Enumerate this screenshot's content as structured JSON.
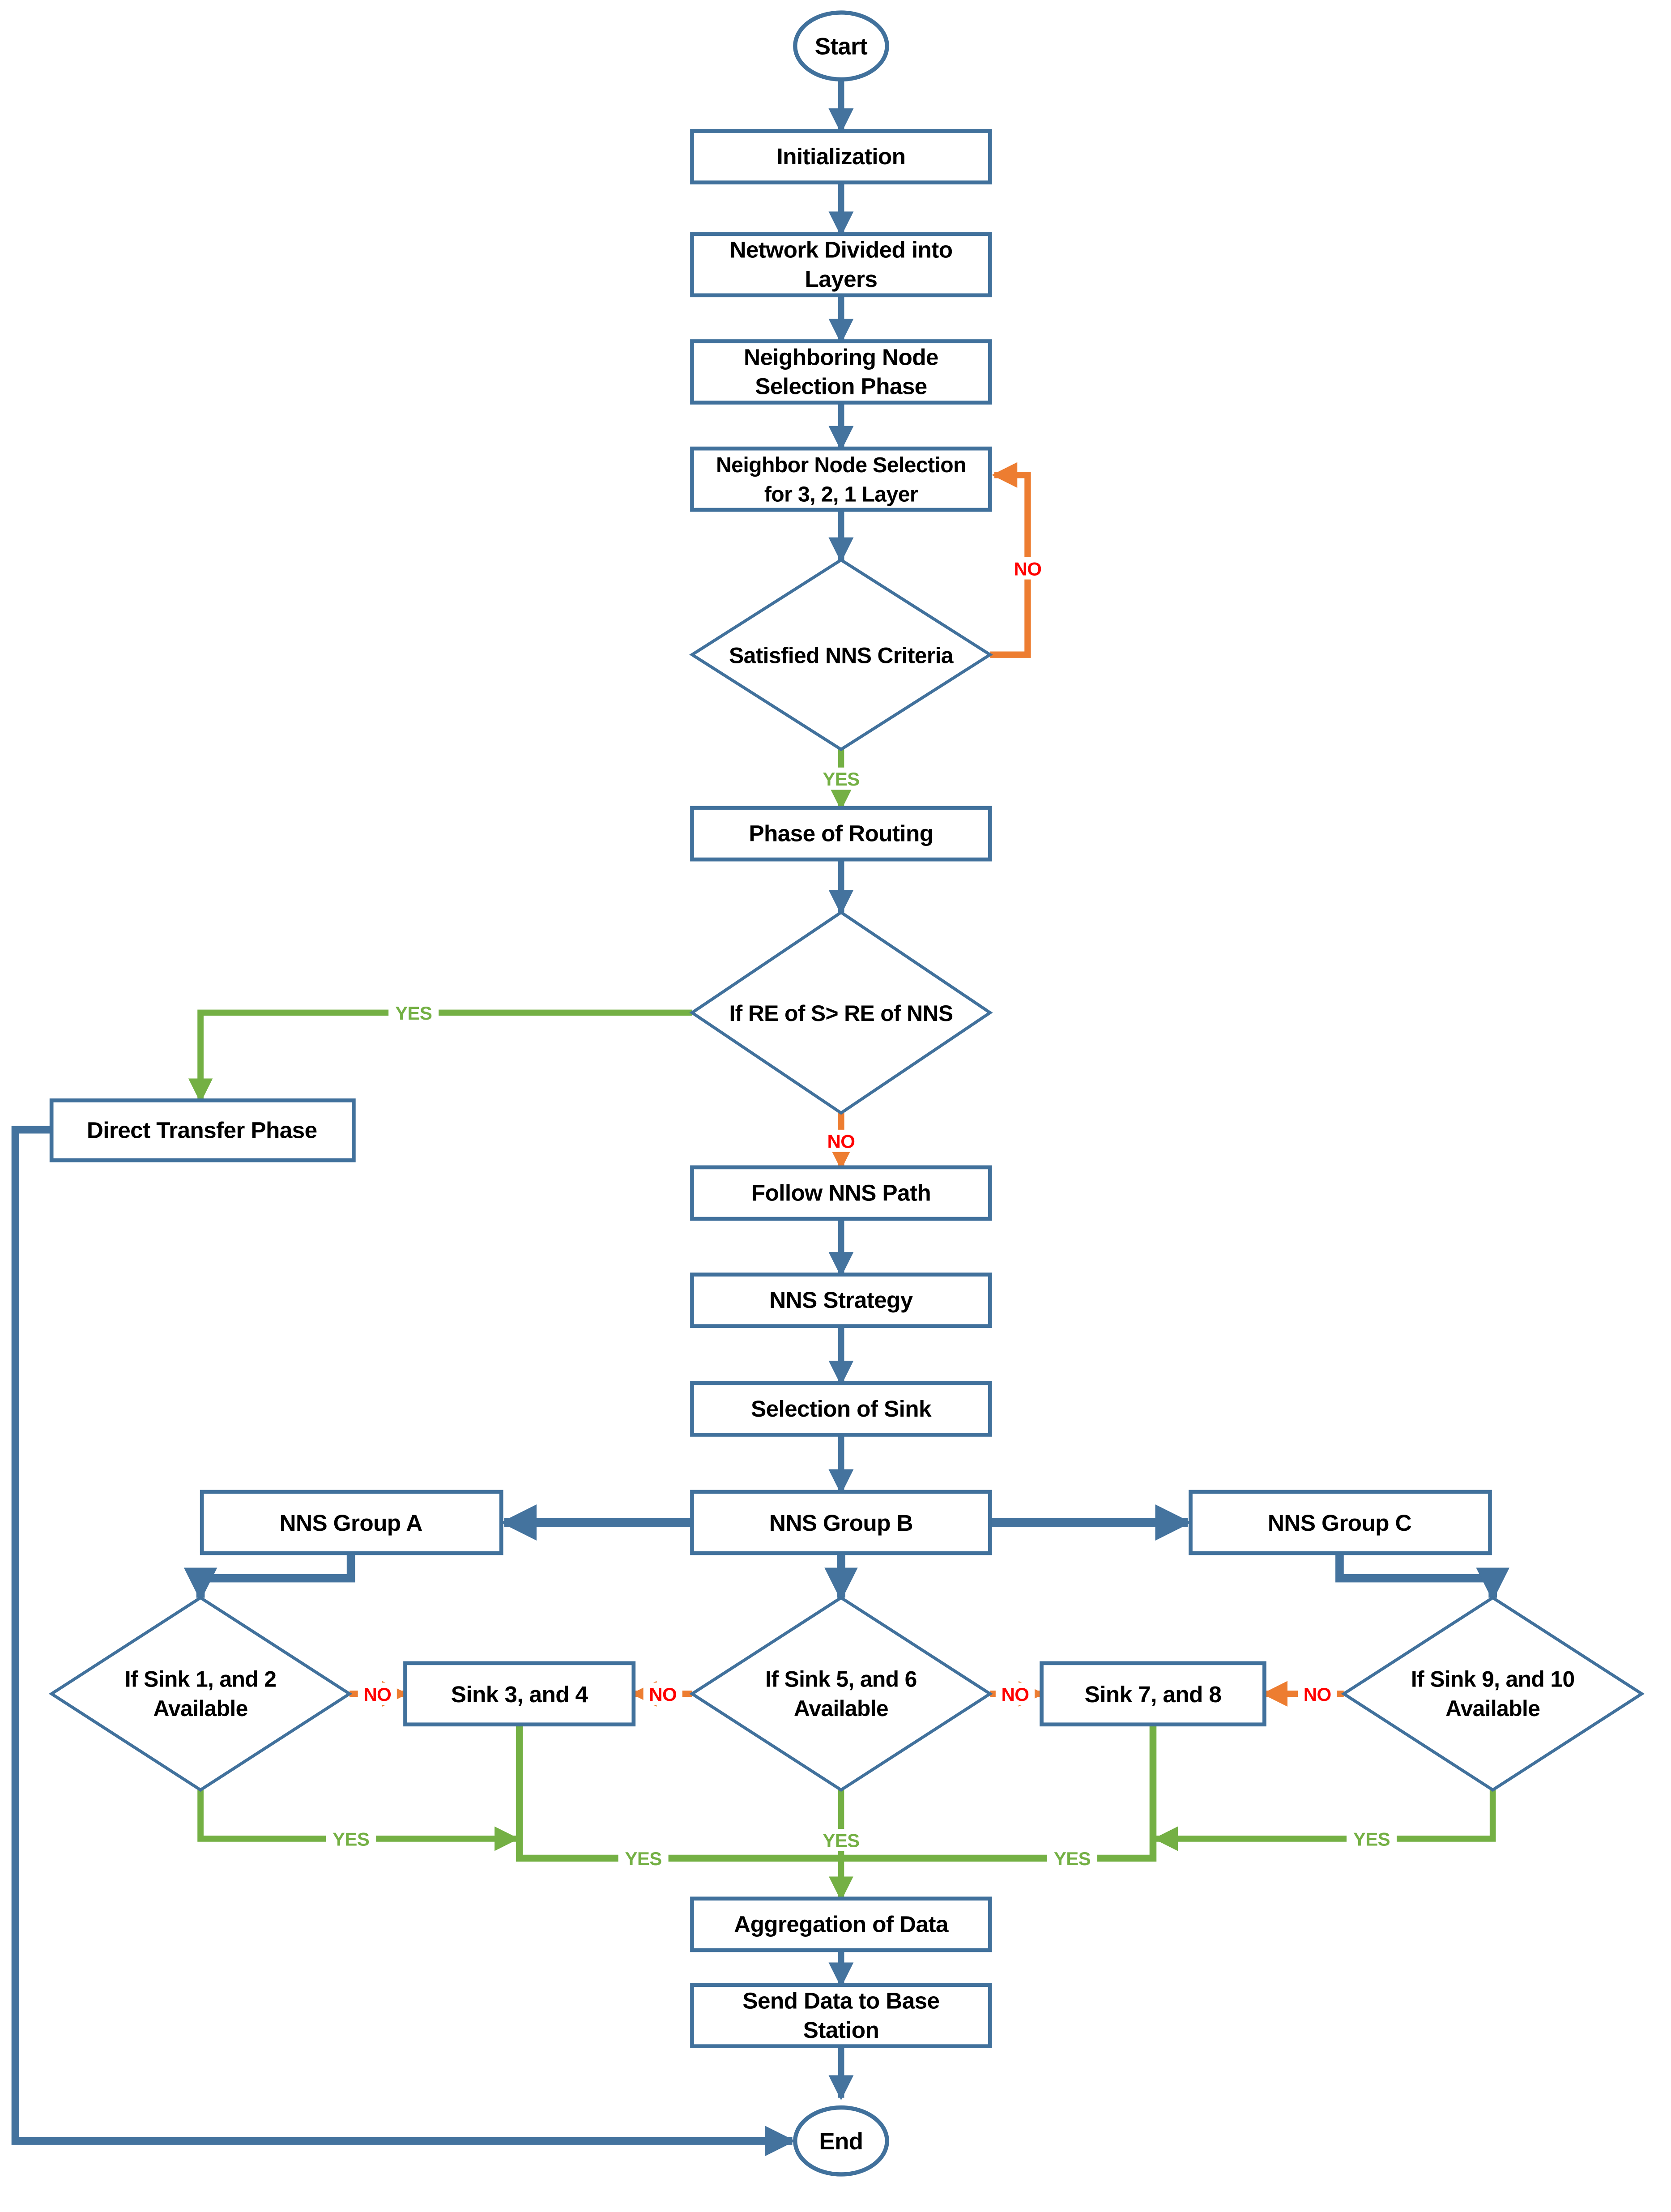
{
  "flowchart": {
    "nodes": {
      "start": {
        "label": "Start"
      },
      "initialization": {
        "label": "Initialization"
      },
      "network_divided": {
        "label": "Network Divided into Layers",
        "line1": "Network Divided into",
        "line2": "Layers"
      },
      "nns_phase": {
        "label": "Neighboring Node Selection Phase",
        "line1": "Neighboring Node",
        "line2": "Selection Phase"
      },
      "nns_selection": {
        "label": "Neighbor Node Selection for 3, 2, 1 Layer",
        "line1": "Neighbor Node Selection",
        "line2": "for 3, 2, 1 Layer"
      },
      "satisfied_nns": {
        "label": "Satisfied NNS Criteria"
      },
      "phase_of_routing": {
        "label": "Phase of Routing"
      },
      "if_re": {
        "label": "If RE of S> RE of NNS"
      },
      "direct_transfer": {
        "label": "Direct Transfer Phase"
      },
      "follow_nns": {
        "label": "Follow NNS Path"
      },
      "nns_strategy": {
        "label": "NNS Strategy"
      },
      "selection_of_sink": {
        "label": "Selection of Sink"
      },
      "group_a": {
        "label": "NNS Group A"
      },
      "group_b": {
        "label": "NNS Group B"
      },
      "group_c": {
        "label": "NNS Group C"
      },
      "if_sink_1_2": {
        "label": "If Sink 1, and 2 Available",
        "line1": "If Sink 1, and 2",
        "line2": "Available"
      },
      "sink_3_4": {
        "label": "Sink 3, and 4"
      },
      "if_sink_5_6": {
        "label": "If Sink 5, and 6 Available",
        "line1": "If Sink 5, and 6",
        "line2": "Available"
      },
      "sink_7_8": {
        "label": "Sink 7, and 8"
      },
      "if_sink_9_10": {
        "label": "If Sink 9, and 10 Available",
        "line1": "If Sink 9, and 10",
        "line2": "Available"
      },
      "aggregation": {
        "label": "Aggregation of Data"
      },
      "send_data": {
        "label": "Send Data to Base Station",
        "line1": "Send Data to Base",
        "line2": "Station"
      },
      "end": {
        "label": "End"
      }
    },
    "edge_labels": {
      "satisfied_no": "NO",
      "satisfied_yes": "YES",
      "if_re_yes": "YES",
      "if_re_no": "NO",
      "sink12_no": "NO",
      "sink56_no_left": "NO",
      "sink56_no_right": "NO",
      "sink910_no": "NO",
      "sink12_yes": "YES",
      "sink34_yes": "YES",
      "sink56_yes": "YES",
      "sink78_yes": "YES",
      "sink910_yes": "YES"
    },
    "colors": {
      "node-border": "#41719C",
      "arrow-blue": "#44739E",
      "yes-green": "#74B044",
      "no-orange": "#ED7D31",
      "no-red": "#FF0000",
      "text-black": "#000000"
    }
  }
}
